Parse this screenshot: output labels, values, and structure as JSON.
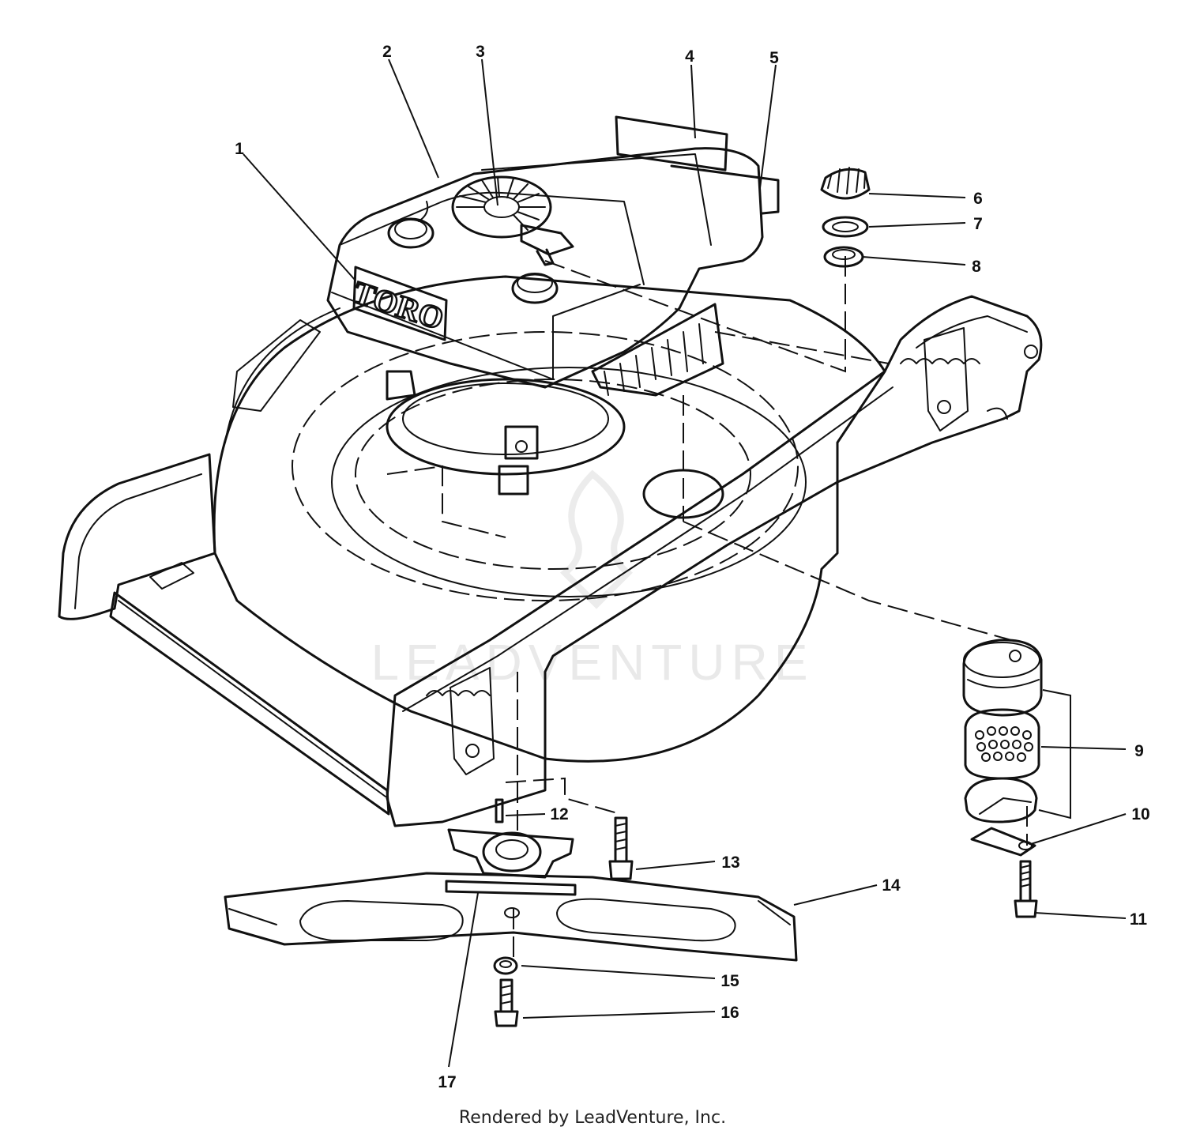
{
  "diagram": {
    "engine_logo": "TORO",
    "callouts": [
      "1",
      "2",
      "3",
      "4",
      "5",
      "6",
      "7",
      "8",
      "9",
      "10",
      "11",
      "12",
      "13",
      "14",
      "15",
      "16",
      "17"
    ]
  },
  "watermark": "LEADVENTURE",
  "footer": "Rendered by LeadVenture, Inc."
}
